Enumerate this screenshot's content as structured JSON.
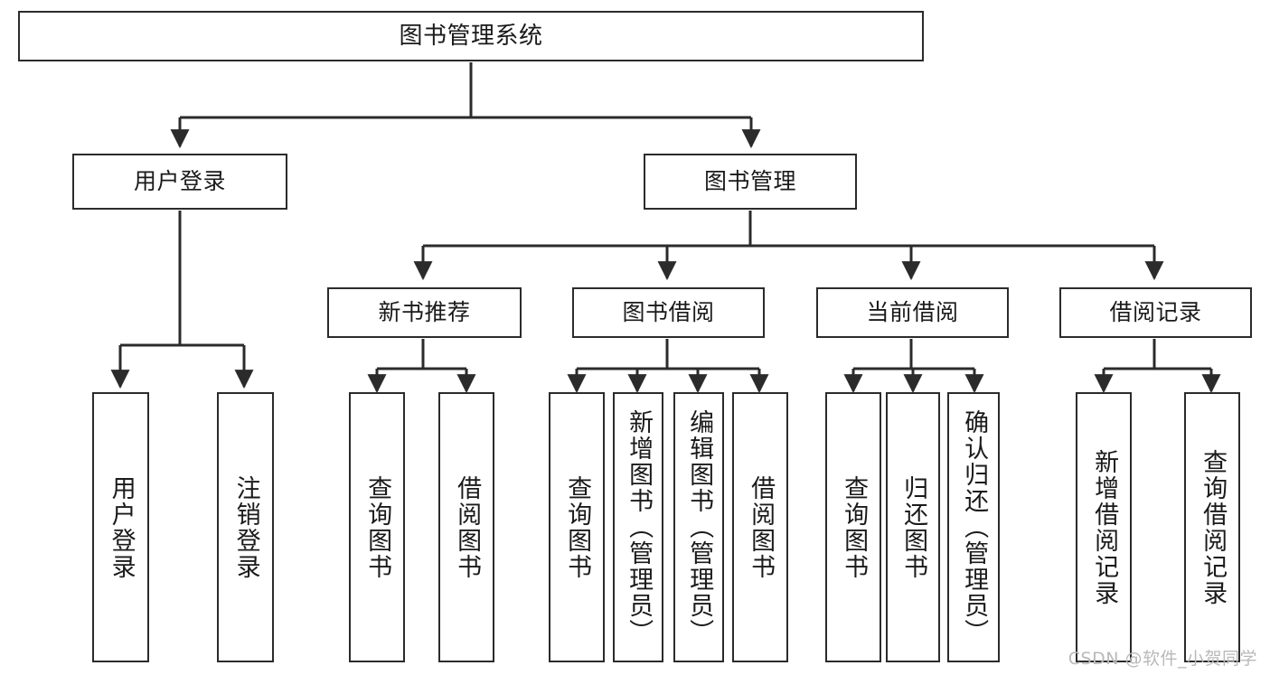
{
  "diagram": {
    "title": "图书管理系统",
    "type": "tree-hierarchy-diagram",
    "colors": {
      "box_border": "#2b2b2b",
      "box_fill": "#ffffff",
      "connector": "#2b2b2b",
      "background": "#ffffff",
      "watermark": "#b9b9b9"
    },
    "root": {
      "label": "图书管理系统"
    },
    "level2": [
      {
        "label": "用户登录"
      },
      {
        "label": "图书管理"
      }
    ],
    "level3": [
      {
        "label": "新书推荐"
      },
      {
        "label": "图书借阅"
      },
      {
        "label": "当前借阅"
      },
      {
        "label": "借阅记录"
      }
    ],
    "leaves": {
      "user_login": [
        {
          "label": "用户登录"
        },
        {
          "label": "注销登录"
        }
      ],
      "new_book_recommend": [
        {
          "label": "查询图书"
        },
        {
          "label": "借阅图书"
        }
      ],
      "book_borrow": [
        {
          "label": "查询图书"
        },
        {
          "label": "新增图书（管理员）"
        },
        {
          "label": "编辑图书（管理员）"
        },
        {
          "label": "借阅图书"
        }
      ],
      "current_borrow": [
        {
          "label": "查询图书"
        },
        {
          "label": "归还图书"
        },
        {
          "label": "确认归还（管理员）"
        }
      ],
      "borrow_record": [
        {
          "label": "新增借阅记录"
        },
        {
          "label": "查询借阅记录"
        }
      ]
    },
    "watermark": "CSDN @软件_小贺同学"
  }
}
